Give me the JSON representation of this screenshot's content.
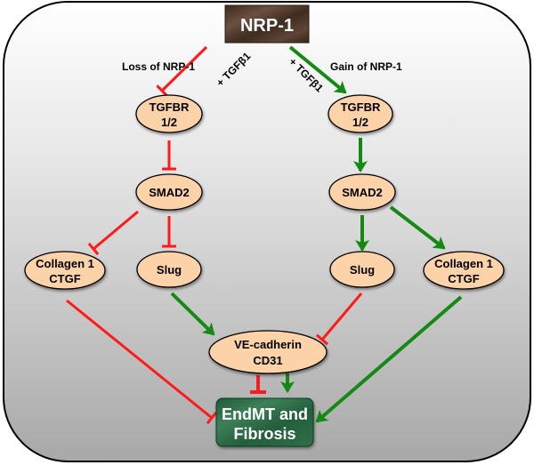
{
  "title_node": {
    "label": "NRP-1"
  },
  "branches": {
    "loss": {
      "label": "Loss of NRP-1",
      "treatment": "+ TGFβ1",
      "color": "#ff1a1a"
    },
    "gain": {
      "label": "Gain of NRP-1",
      "treatment": "+ TGFβ1",
      "color": "#148a14"
    }
  },
  "nodes": {
    "tgfbr_left": {
      "lines": [
        "TGFBR",
        "1/2"
      ]
    },
    "smad2_left": {
      "lines": [
        "SMAD2"
      ]
    },
    "collagen_left": {
      "lines": [
        "Collagen 1",
        "CTGF"
      ]
    },
    "slug_left": {
      "lines": [
        "Slug"
      ]
    },
    "tgfbr_right": {
      "lines": [
        "TGFBR",
        "1/2"
      ]
    },
    "smad2_right": {
      "lines": [
        "SMAD2"
      ]
    },
    "slug_right": {
      "lines": [
        "Slug"
      ]
    },
    "collagen_right": {
      "lines": [
        "Collagen 1",
        "CTGF"
      ]
    },
    "vecadherin": {
      "lines": [
        "VE-cadherin",
        "CD31"
      ]
    }
  },
  "outcome_node": {
    "lines": [
      "EndMT and",
      "Fibrosis"
    ]
  },
  "edges": [
    {
      "from": "nrp1",
      "to": "tgfbr_left",
      "type": "inhibit"
    },
    {
      "from": "tgfbr_left",
      "to": "smad2_left",
      "type": "inhibit"
    },
    {
      "from": "smad2_left",
      "to": "collagen_left",
      "type": "inhibit"
    },
    {
      "from": "smad2_left",
      "to": "slug_left",
      "type": "inhibit"
    },
    {
      "from": "collagen_left",
      "to": "endmt",
      "type": "inhibit"
    },
    {
      "from": "slug_left",
      "to": "vecadherin",
      "type": "activate"
    },
    {
      "from": "nrp1",
      "to": "tgfbr_right",
      "type": "activate"
    },
    {
      "from": "tgfbr_right",
      "to": "smad2_right",
      "type": "activate"
    },
    {
      "from": "smad2_right",
      "to": "slug_right",
      "type": "activate"
    },
    {
      "from": "smad2_right",
      "to": "collagen_right",
      "type": "activate"
    },
    {
      "from": "slug_right",
      "to": "vecadherin",
      "type": "inhibit"
    },
    {
      "from": "collagen_right",
      "to": "endmt",
      "type": "activate"
    },
    {
      "from": "vecadherin",
      "to": "endmt",
      "type": "inhibit"
    },
    {
      "from": "vecadherin",
      "to": "endmt",
      "type": "activate"
    }
  ],
  "colors": {
    "inhibit": "#ff1a1a",
    "activate": "#148a14",
    "node_fill": "#fcd2a8",
    "title_box": "#4a3426",
    "outcome_box": "#2c6a44"
  }
}
